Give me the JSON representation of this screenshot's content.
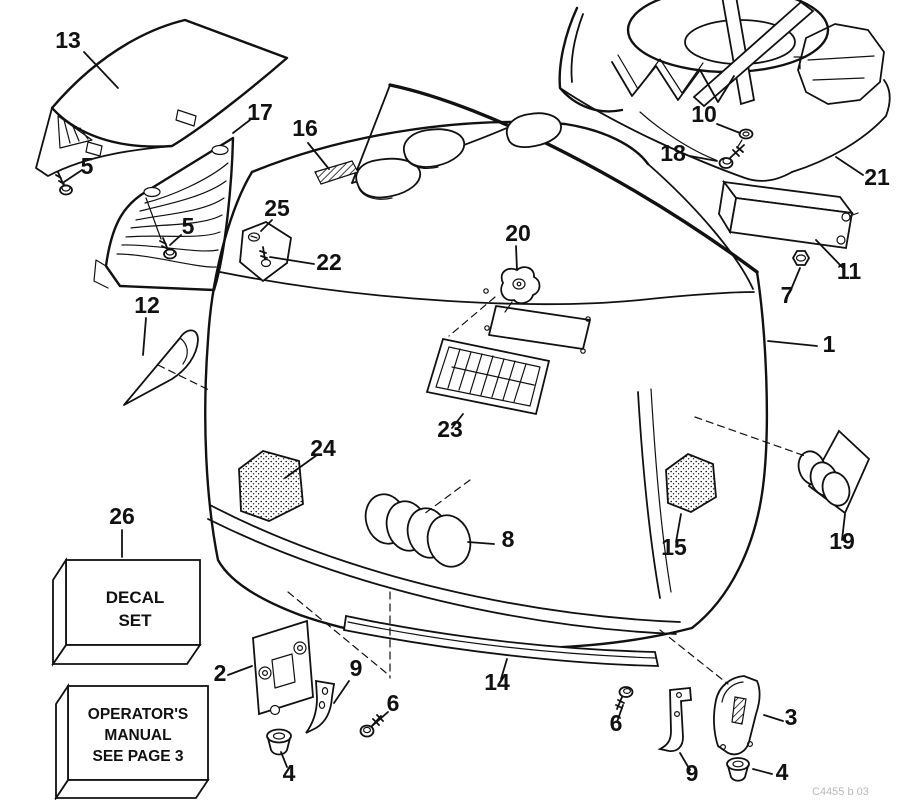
{
  "diagram": {
    "background": "#ffffff",
    "ink_color": "#111111",
    "corner_code": "C4455 b 03"
  },
  "decal_set_box": {
    "line1": "DECAL",
    "line2": "SET"
  },
  "operators_manual_box": {
    "line1": "OPERATOR'S",
    "line2": "MANUAL",
    "line3": "SEE PAGE 3"
  },
  "callouts": [
    {
      "label": "13"
    },
    {
      "label": "5"
    },
    {
      "label": "17"
    },
    {
      "label": "5"
    },
    {
      "label": "16"
    },
    {
      "label": "25"
    },
    {
      "label": "22"
    },
    {
      "label": "12"
    },
    {
      "label": "20"
    },
    {
      "label": "23"
    },
    {
      "label": "24"
    },
    {
      "label": "8"
    },
    {
      "label": "26"
    },
    {
      "label": "2"
    },
    {
      "label": "9"
    },
    {
      "label": "6"
    },
    {
      "label": "4"
    },
    {
      "label": "14"
    },
    {
      "label": "6"
    },
    {
      "label": "9"
    },
    {
      "label": "3"
    },
    {
      "label": "4"
    },
    {
      "label": "15"
    },
    {
      "label": "19"
    },
    {
      "label": "1"
    },
    {
      "label": "10"
    },
    {
      "label": "18"
    },
    {
      "label": "21"
    },
    {
      "label": "11"
    },
    {
      "label": "7"
    }
  ]
}
